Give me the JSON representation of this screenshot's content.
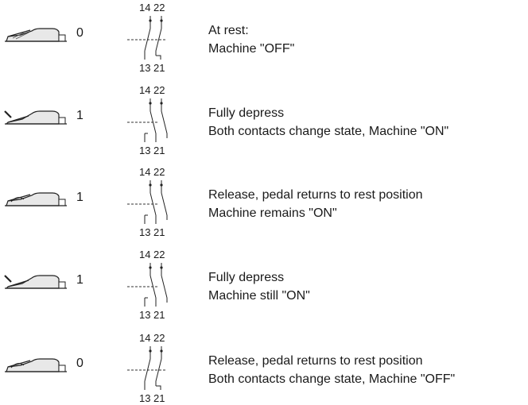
{
  "steps": [
    {
      "state": "0",
      "pedal": "rest",
      "contact": "rest",
      "lines": [
        "At rest:",
        "Machine \"OFF\""
      ],
      "labels": {
        "top_left": "14",
        "top_right": "22",
        "bottom_left": "13",
        "bottom_right": "21"
      }
    },
    {
      "state": "1",
      "pedal": "pressed",
      "contact": "actuated",
      "lines": [
        "Fully depress",
        "Both contacts change state, Machine \"ON\""
      ],
      "labels": {
        "top_left": "14",
        "top_right": "22",
        "bottom_left": "13",
        "bottom_right": "21"
      }
    },
    {
      "state": "1",
      "pedal": "released",
      "contact": "actuated",
      "lines": [
        "Release, pedal returns to rest position",
        "Machine remains \"ON\""
      ],
      "labels": {
        "top_left": "14",
        "top_right": "22",
        "bottom_left": "13",
        "bottom_right": "21"
      }
    },
    {
      "state": "1",
      "pedal": "pressed",
      "contact": "actuated",
      "lines": [
        "Fully depress",
        "Machine still \"ON\""
      ],
      "labels": {
        "top_left": "14",
        "top_right": "22",
        "bottom_left": "13",
        "bottom_right": "21"
      }
    },
    {
      "state": "0",
      "pedal": "released",
      "contact": "rest",
      "lines": [
        "Release, pedal returns to rest position",
        "Both contacts change state, Machine \"OFF\""
      ],
      "labels": {
        "top_left": "14",
        "top_right": "22",
        "bottom_left": "13",
        "bottom_right": "21"
      }
    }
  ]
}
